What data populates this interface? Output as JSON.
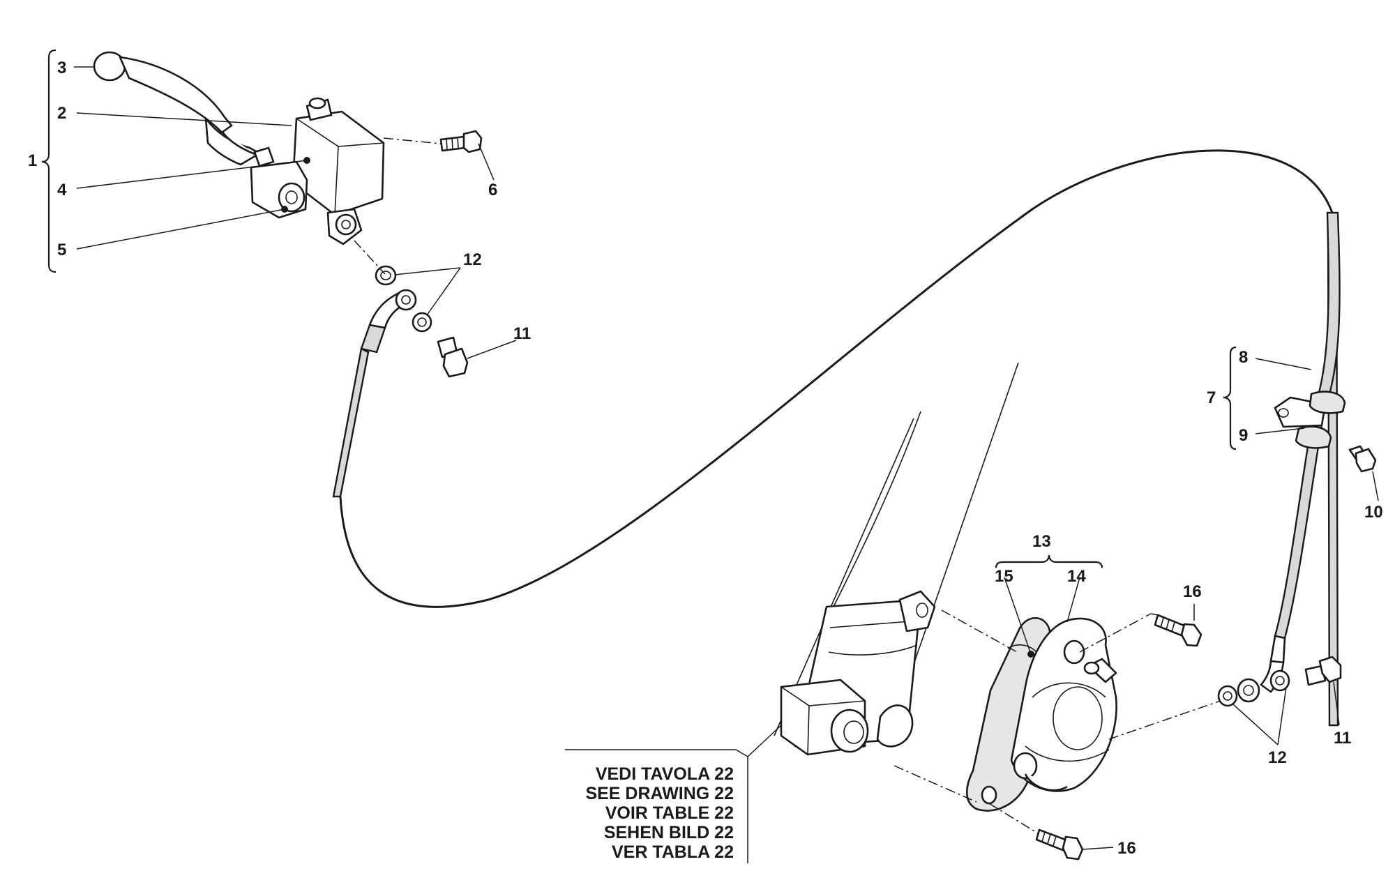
{
  "callouts": {
    "c1": "1",
    "c2": "2",
    "c3": "3",
    "c4": "4",
    "c5": "5",
    "c6": "6",
    "c7": "7",
    "c8": "8",
    "c9": "9",
    "c10": "10",
    "c11a": "11",
    "c11b": "11",
    "c12a": "12",
    "c12b": "12",
    "c13": "13",
    "c14": "14",
    "c15": "15",
    "c16a": "16",
    "c16b": "16"
  },
  "reference_note": {
    "line1": "VEDI TAVOLA 22",
    "line2": "SEE DRAWING 22",
    "line3": "VOIR TABLE 22",
    "line4": "SEHEN BILD 22",
    "line5": "VER TABLA 22"
  }
}
